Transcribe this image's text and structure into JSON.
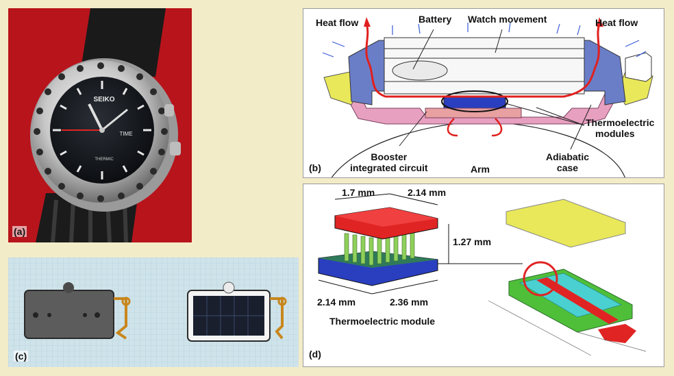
{
  "panel_a": {
    "label": "(a)",
    "watch_brand": "SEIKO",
    "watch_time_text": "TIME",
    "watch_model_text": "THERMIC"
  },
  "panel_b": {
    "label": "(b)",
    "heat_flow_left": "Heat flow",
    "heat_flow_right": "Heat flow",
    "battery": "Battery",
    "watch_movement": "Watch movement",
    "thermoelectric_modules_line1": "Thermoelectric",
    "thermoelectric_modules_line2": "modules",
    "booster_line1": "Booster",
    "booster_line2": "integrated circuit",
    "arm": "Arm",
    "adiabatic_line1": "Adiabatic",
    "adiabatic_line2": "case"
  },
  "panel_c": {
    "label": "(c)"
  },
  "panel_d": {
    "label": "(d)",
    "dim_top_left": "1.7 mm",
    "dim_top_right": "2.14 mm",
    "dim_height": "1.27 mm",
    "dim_bottom_left": "2.14 mm",
    "dim_bottom_right": "2.36 mm",
    "module_caption": "Thermoelectric module"
  },
  "colors": {
    "frame": "#f3ecc8",
    "red_background": "#b8141c",
    "heat_arrow": "#e0201e",
    "module_top": "#e02424",
    "module_base": "#2a3fbf",
    "pillar": "#8fd05a",
    "case_yellow": "#e8e85a",
    "case_blue": "#6a7ec8",
    "case_pink": "#e8a0c0"
  }
}
